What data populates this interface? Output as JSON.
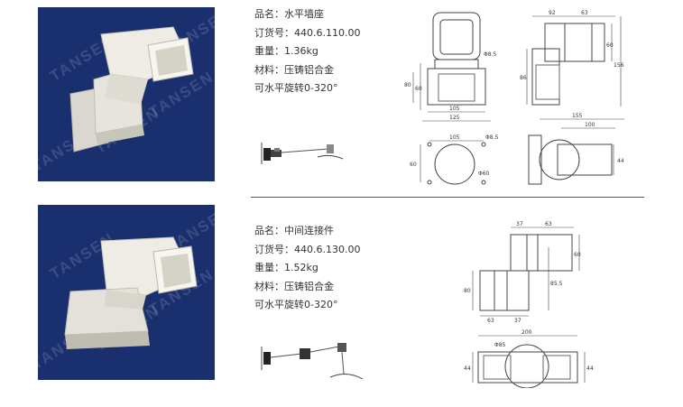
{
  "products": [
    {
      "name_label": "品名：水平墙座",
      "order_label": "订货号：440.6.110.00",
      "weight_label": "重量：1.36kg",
      "material_label": "材料：压铸铝合金",
      "rotation_label": "可水平旋转0-320°",
      "watermark": "TANSEN",
      "dims_front": [
        "Φ8.5",
        "80",
        "60",
        "105",
        "125"
      ],
      "dims_side": [
        "92",
        "63",
        "60",
        "86",
        "156"
      ],
      "dims_top": [
        "105",
        "Φ8.5",
        "60",
        "Φ60"
      ],
      "dims_plan": [
        "155",
        "100",
        "44"
      ]
    },
    {
      "name_label": "品名：中间连接件",
      "order_label": "订货号：440.6.130.00",
      "weight_label": "重量：1.52kg",
      "material_label": "材料：压铸铝合金",
      "rotation_label": "可水平旋转0-320°",
      "watermark": "TANSEN",
      "dims_side": [
        "37",
        "63",
        "60",
        "85.5",
        "80",
        "63",
        "37"
      ],
      "dims_plan": [
        "200",
        "Φ85",
        "44",
        "44"
      ]
    }
  ]
}
